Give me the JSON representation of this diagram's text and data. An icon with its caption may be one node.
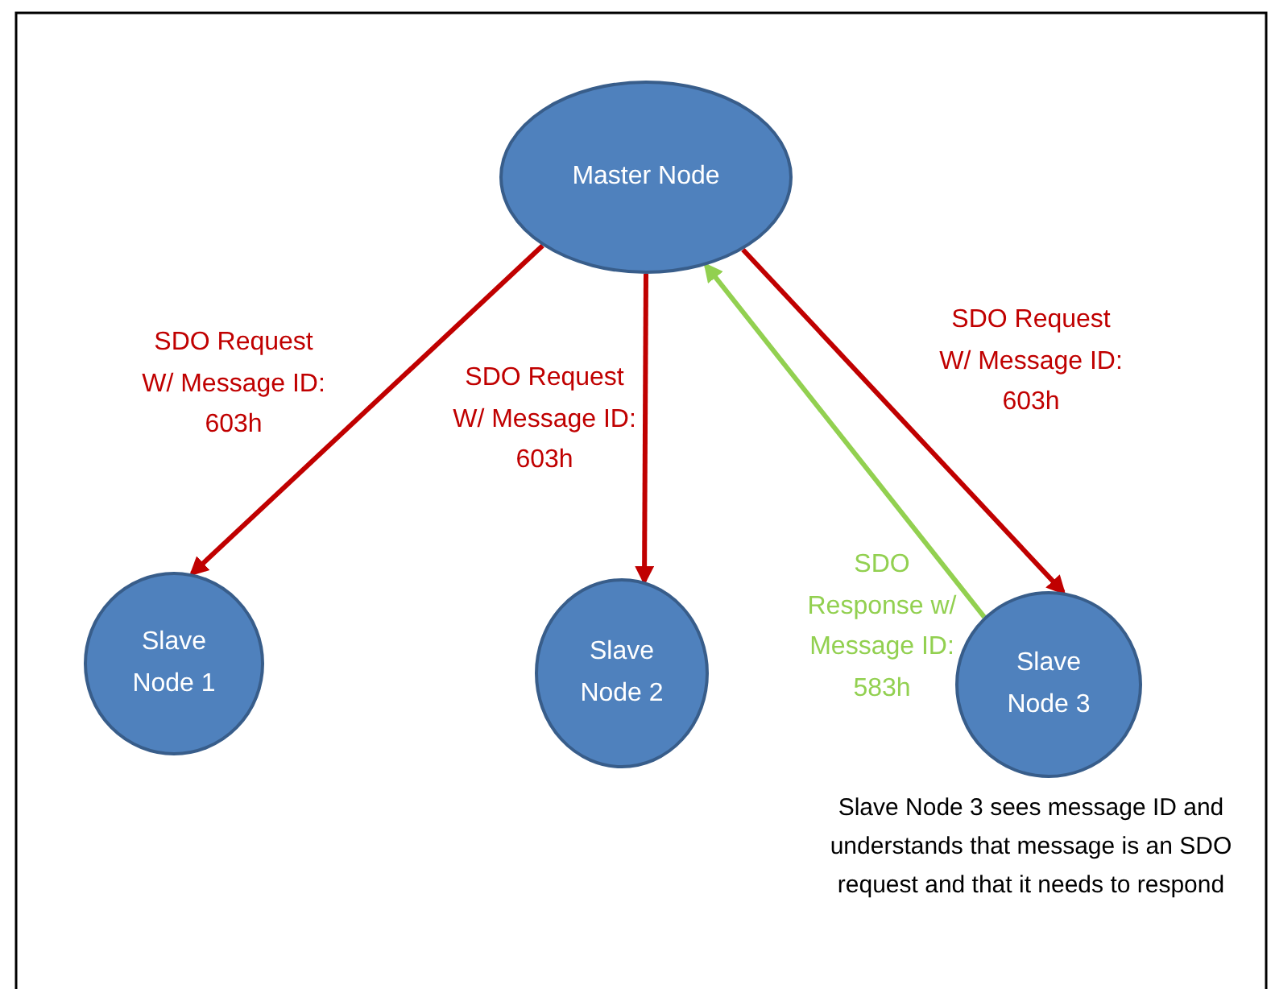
{
  "diagram": {
    "nodes": [
      {
        "text": [
          "Master Node"
        ]
      },
      {
        "text": [
          "Slave Node 1"
        ]
      },
      {
        "text": [
          "Slave Node 2"
        ]
      },
      {
        "text": [
          "Slave Node 3"
        ],
        "beside": [
          "Slave Node 3 sees message ID and understands that message is an SDO request and that it needs to respond"
        ]
      }
    ],
    "edges": [
      {
        "from": 0,
        "to": 1,
        "arrow": "to",
        "label": "SDO Request W/ Message ID: 603h"
      },
      {
        "from": 0,
        "to": 2,
        "arrow": "to",
        "label": "SDO Request W/ Message ID: 603h"
      },
      {
        "from": 0,
        "to": 3,
        "arrow": "to",
        "label": "SDO Request W/ Message ID: 603h"
      },
      {
        "from": 3,
        "to": 0,
        "arrow": "to",
        "label": "SDO Response w/ Message ID: 583h",
        "color": "#92d050"
      }
    ]
  }
}
